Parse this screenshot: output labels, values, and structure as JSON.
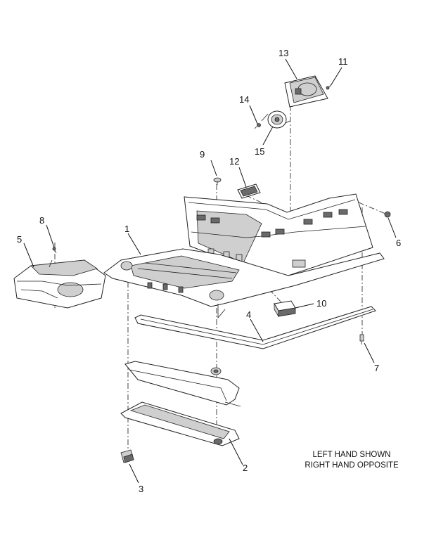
{
  "callouts": {
    "c1": "1",
    "c2": "2",
    "c3": "3",
    "c4": "4",
    "c5": "5",
    "c6": "6",
    "c7": "7",
    "c8": "8",
    "c9": "9",
    "c10": "10",
    "c11": "11",
    "c12": "12",
    "c13": "13",
    "c14": "14",
    "c15": "15"
  },
  "note": {
    "line1": "LEFT HAND SHOWN",
    "line2": "RIGHT HAND OPPOSITE"
  }
}
